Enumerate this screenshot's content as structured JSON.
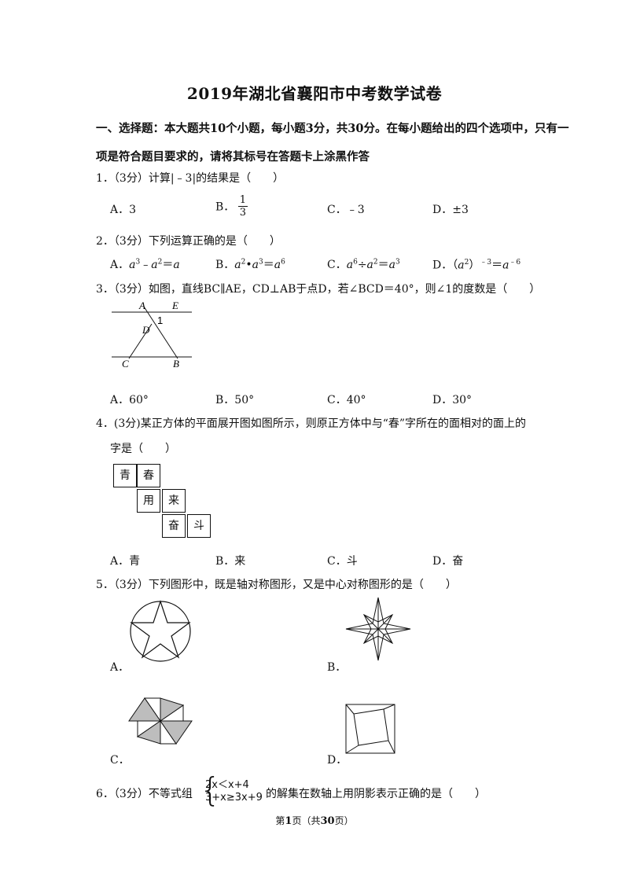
{
  "title": "2019年湖北省襄阳市中考数学试卷",
  "section1": {
    "line1": "一、选择题：本大题共10个小题，每小题3分，共30分。在每小题给出的四个选项中，只有一",
    "line2": "项是符合题目要求的，请将其标号在答题卡上涂黑作答"
  },
  "q1": {
    "stem": "1．（3分）计算|﹣3|的结果是（　　）",
    "a": "A．3",
    "b_prefix": "B．",
    "b_num": "1",
    "b_den": "3",
    "c": "C．﹣3",
    "d": "D．±3"
  },
  "q2": {
    "stem": "2．（3分）下列运算正确的是（　　）",
    "a_prefix": "A．",
    "b_prefix": "B．",
    "c_prefix": "C．",
    "d_prefix": "D．"
  },
  "q3": {
    "stem": "3．（3分）如图，直线BC∥AE，CD⊥AB于点D，若∠BCD＝40°，则∠1的度数是（　　）",
    "figure_labels": {
      "A": "A",
      "E": "E",
      "one": "1",
      "D": "D",
      "C": "C",
      "B": "B"
    },
    "a": "A．60°",
    "b": "B．50°",
    "c": "C．40°",
    "d": "D．30°"
  },
  "q4": {
    "stem_line1": "4．(3分)某正方体的平面展开图如图所示，则原正方体中与“春”字所在的面相对的面上的",
    "stem_line2": "字是（　　）",
    "net": [
      "青",
      "春",
      "用",
      "来",
      "奋",
      "斗"
    ],
    "a": "A．青",
    "b": "B．来",
    "c": "C．斗",
    "d": "D．奋"
  },
  "q5": {
    "stem": "5．（3分）下列图形中，既是轴对称图形，又是中心对称图形的是（　　）",
    "a": "A．",
    "b": "B．",
    "c": "C．",
    "d": "D．"
  },
  "q6": {
    "stem_prefix": "6．（3分）不等式组",
    "ineq1": "2x＜x+4",
    "ineq2": "3+x≥3x+9",
    "stem_suffix": "的解集在数轴上用阴影表示正确的是（　　）"
  },
  "footer": {
    "prefix": "第",
    "page": "1",
    "middle": "页（共",
    "total": "30",
    "suffix": "页）"
  }
}
